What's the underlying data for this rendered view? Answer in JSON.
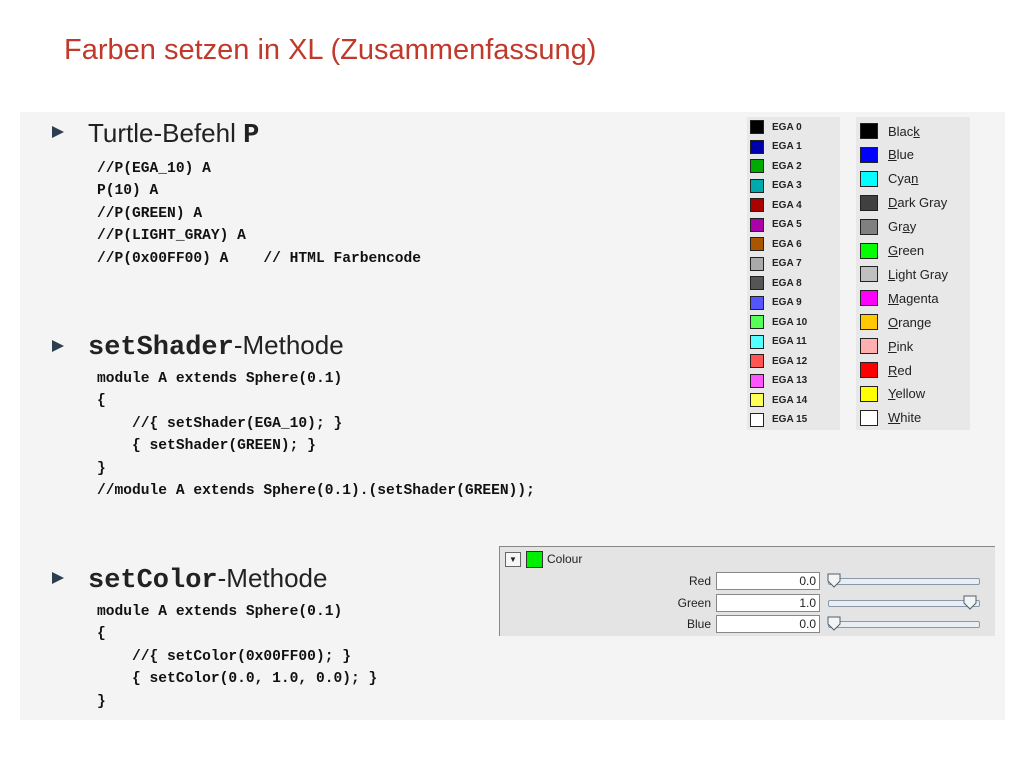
{
  "title": "Farben setzen in XL (Zusammenfassung)",
  "sections": [
    {
      "heading_plain": "Turtle-Befehl ",
      "heading_mono": "P",
      "code": "//P(EGA_10) A\nP(10) A\n//P(GREEN) A\n//P(LIGHT_GRAY) A\n//P(0x00FF00) A    // HTML Farbencode"
    },
    {
      "heading_mono": "setShader",
      "heading_plain": "-Methode",
      "code": "module A extends Sphere(0.1)\n{\n    //{ setShader(EGA_10); }\n    { setShader(GREEN); }\n}\n//module A extends Sphere(0.1).(setShader(GREEN));"
    },
    {
      "heading_mono": "setColor",
      "heading_plain": "-Methode",
      "code": "module A extends Sphere(0.1)\n{\n    //{ setColor(0x00FF00); }\n    { setColor(0.0, 1.0, 0.0); }\n}"
    }
  ],
  "ega_palette": [
    {
      "label": "EGA 0",
      "color": "#000000"
    },
    {
      "label": "EGA 1",
      "color": "#0000aa"
    },
    {
      "label": "EGA 2",
      "color": "#00aa00"
    },
    {
      "label": "EGA 3",
      "color": "#00aaaa"
    },
    {
      "label": "EGA 4",
      "color": "#aa0000"
    },
    {
      "label": "EGA 5",
      "color": "#aa00aa"
    },
    {
      "label": "EGA 6",
      "color": "#aa5500"
    },
    {
      "label": "EGA 7",
      "color": "#aaaaaa"
    },
    {
      "label": "EGA 8",
      "color": "#555555"
    },
    {
      "label": "EGA 9",
      "color": "#5555ff"
    },
    {
      "label": "EGA 10",
      "color": "#55ff55"
    },
    {
      "label": "EGA 11",
      "color": "#55ffff"
    },
    {
      "label": "EGA 12",
      "color": "#ff5555"
    },
    {
      "label": "EGA 13",
      "color": "#ff55ff"
    },
    {
      "label": "EGA 14",
      "color": "#ffff55"
    },
    {
      "label": "EGA 15",
      "color": "#ffffff"
    }
  ],
  "named_palette": [
    {
      "label": "Black",
      "underline_index": 4,
      "color": "#000000"
    },
    {
      "label": "Blue",
      "underline_index": 0,
      "color": "#0000ff"
    },
    {
      "label": "Cyan",
      "underline_index": 3,
      "color": "#00ffff"
    },
    {
      "label": "Dark Gray",
      "underline_index": 0,
      "color": "#404040"
    },
    {
      "label": "Gray",
      "underline_index": 2,
      "color": "#808080"
    },
    {
      "label": "Green",
      "underline_index": 0,
      "color": "#00ff00"
    },
    {
      "label": "Light Gray",
      "underline_index": 0,
      "color": "#c0c0c0"
    },
    {
      "label": "Magenta",
      "underline_index": 0,
      "color": "#ff00ff"
    },
    {
      "label": "Orange",
      "underline_index": 0,
      "color": "#ffc800"
    },
    {
      "label": "Pink",
      "underline_index": 0,
      "color": "#ffafaf"
    },
    {
      "label": "Red",
      "underline_index": 0,
      "color": "#ff0000"
    },
    {
      "label": "Yellow",
      "underline_index": 0,
      "color": "#ffff00"
    },
    {
      "label": "White",
      "underline_index": 0,
      "color": "#ffffff"
    }
  ],
  "colour_panel": {
    "toggle_icon": "triangle-down-icon",
    "swatch_color": "#00ee00",
    "title": "Colour",
    "rows": [
      {
        "label": "Red",
        "value": "0.0",
        "level": 0.0
      },
      {
        "label": "Green",
        "value": "1.0",
        "level": 1.0
      },
      {
        "label": "Blue",
        "value": "0.0",
        "level": 0.0
      }
    ]
  }
}
